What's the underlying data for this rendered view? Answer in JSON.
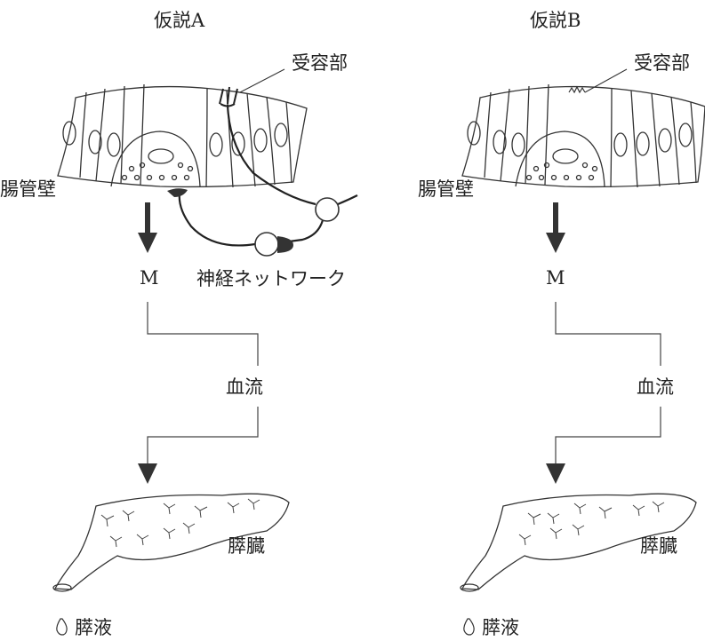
{
  "panels": [
    {
      "title": "仮説A",
      "receptor_label": "受容部",
      "wall_label": "腸管壁",
      "hormone_label": "M",
      "network_label": "神経ネットワーク",
      "blood_label": "血流",
      "pancreas_label": "膵臓",
      "juice_label": "膵液"
    },
    {
      "title": "仮説B",
      "receptor_label": "受容部",
      "wall_label": "腸管壁",
      "hormone_label": "M",
      "blood_label": "血流",
      "pancreas_label": "膵臓",
      "juice_label": "膵液"
    }
  ]
}
